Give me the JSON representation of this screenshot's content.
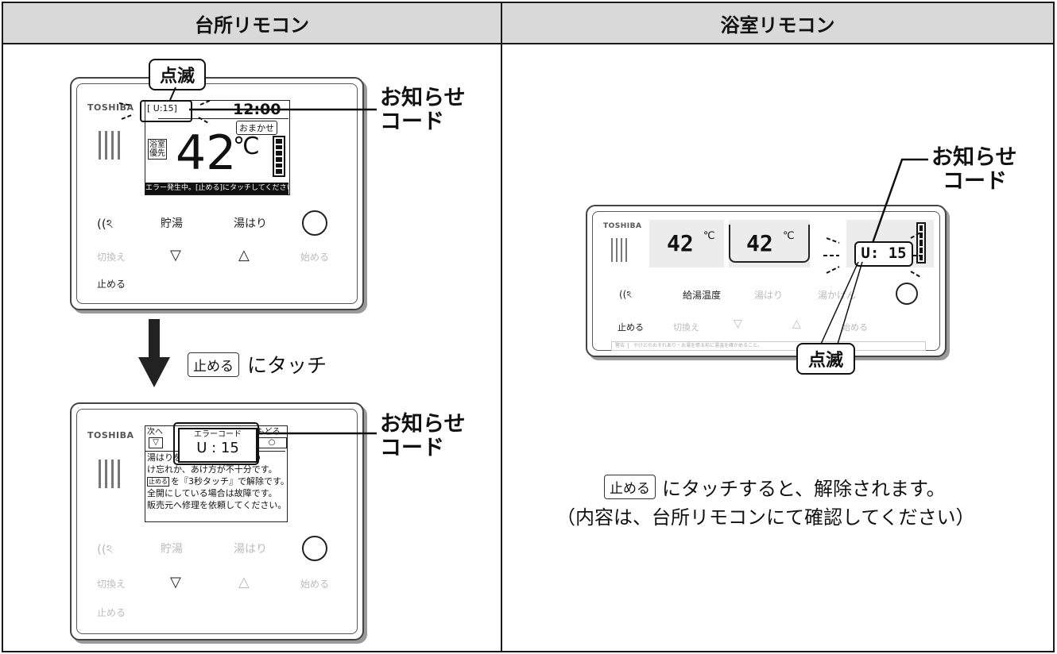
{
  "headers": {
    "kitchen": "台所リモコン",
    "bath": "浴室リモコン"
  },
  "kitchen_remote_1": {
    "brand": "TOSHIBA",
    "code_box": "[  U:15]",
    "time": "12:00",
    "mode": "おまかせ",
    "bath_priority": "浴室優先",
    "bath_priority_line1": "浴室",
    "bath_priority_line2": "優先",
    "temp": "42",
    "temp_unit": "℃",
    "error_bar": "エラー発生中。[止める]にタッチしてください。",
    "btn_row1": [
      "貯湯",
      "湯はり"
    ],
    "btn_row2": [
      "切換え",
      "始める"
    ],
    "stop": "止める"
  },
  "blink_label": "点滅",
  "notice_code_label_1": "お知らせ",
  "notice_code_label_2": "コード",
  "arrow_instruction": {
    "chip": "止める",
    "text": "にタッチ"
  },
  "kitchen_remote_2": {
    "brand": "TOSHIBA",
    "next": "次へ",
    "back": "もどる",
    "error_code_title": "エラーコード",
    "error_code": "U : 15",
    "msg_line1": "湯はりを停止しました。栓の",
    "msg_line2": "け忘れか、あけ方が不十分です。",
    "msg_chip": "止める",
    "msg_line3": "を『3秒タッチ』で解除です。",
    "msg_line4": "全開にしている場合は故障です。",
    "msg_line5": "販売元へ修理を依頼してください。",
    "btn_row1": [
      "貯湯",
      "湯はり"
    ],
    "btn_row2": [
      "切換え",
      "始める"
    ],
    "stop": "止める"
  },
  "bath_remote": {
    "brand": "TOSHIBA",
    "temp1": "42",
    "temp2": "42",
    "unit": "℃",
    "code": "U: 15",
    "btn_row1": [
      "給湯温度",
      "湯はり",
      "湯かげん"
    ],
    "btn_row2": [
      "止める",
      "切換え",
      "始める"
    ],
    "warning": "警告",
    "warning_text": "やけどのおそれあり・お湯を張る前に湯温を確かめること。"
  },
  "bath_instruction": {
    "chip": "止める",
    "line1": "にタッチすると、解除されます。",
    "line2": "（内容は、台所リモコンにて確認してください）"
  }
}
